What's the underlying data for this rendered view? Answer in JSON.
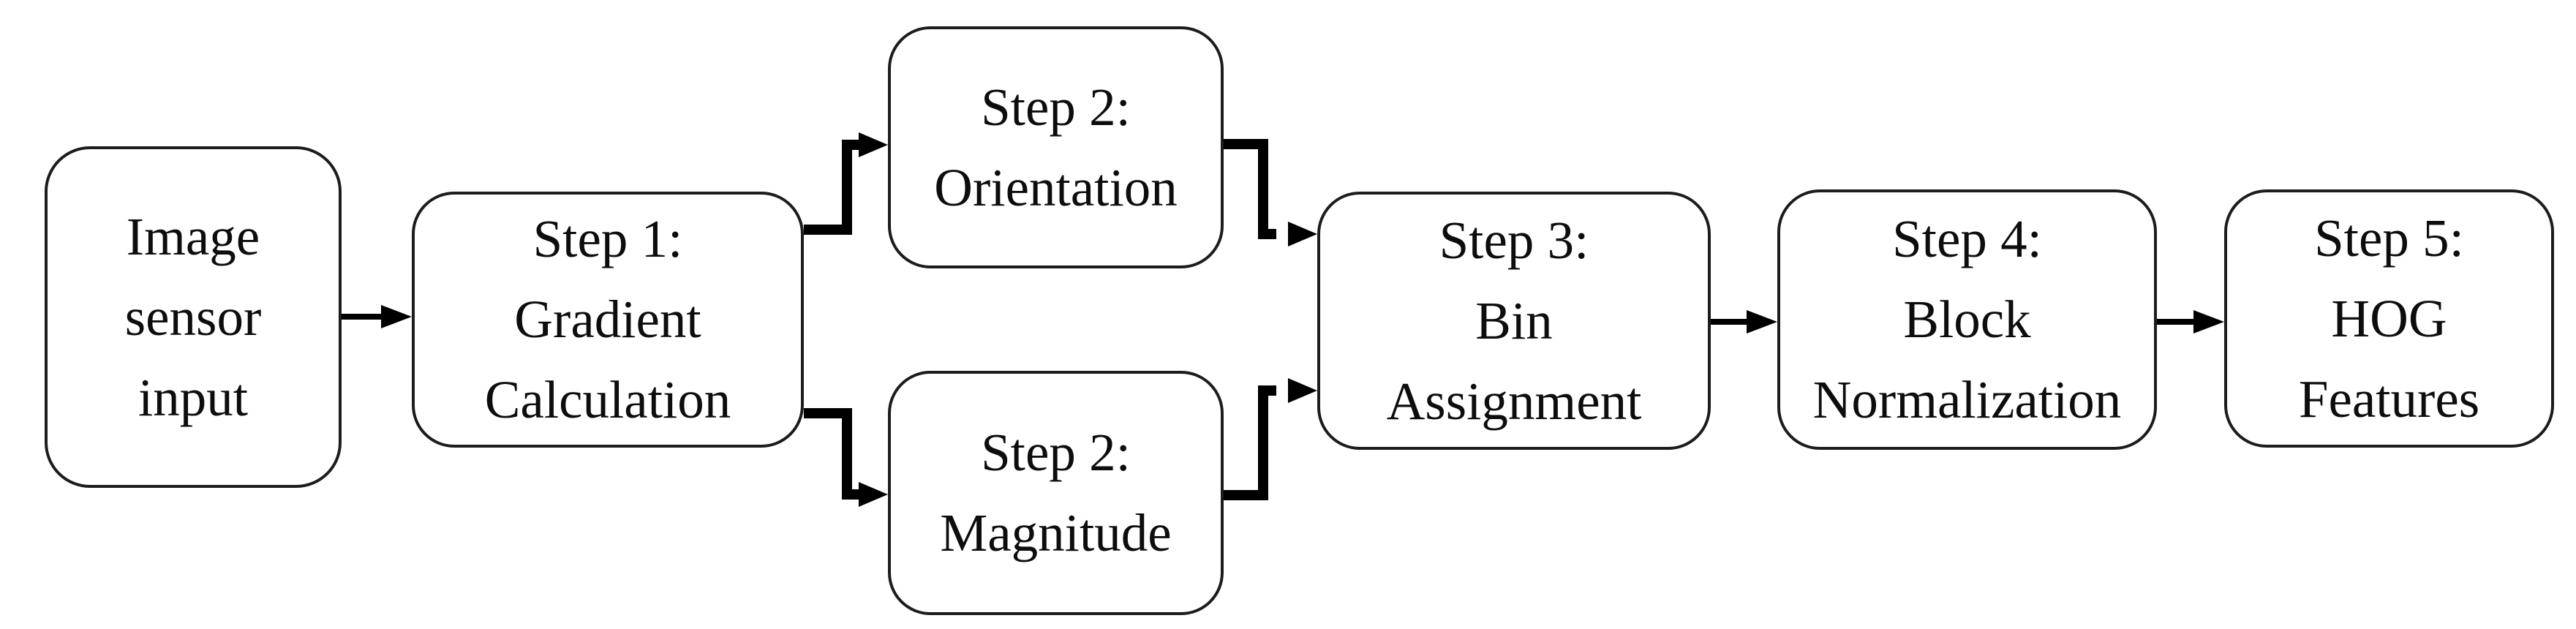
{
  "diagram": {
    "type": "flowchart",
    "colors": {
      "background": "#ffffff",
      "node_fill": "#ffffff",
      "node_border": "#1c1c1c",
      "text": "#0d0d0d",
      "connector": "#000000"
    },
    "nodes": [
      {
        "id": "image-sensor-input",
        "lines": [
          "Image",
          "sensor",
          "input"
        ]
      },
      {
        "id": "step1-gradient",
        "lines": [
          "Step 1:",
          "Gradient",
          "Calculation"
        ]
      },
      {
        "id": "step2-orientation",
        "lines": [
          "Step 2:",
          "Orientation"
        ]
      },
      {
        "id": "step2-magnitude",
        "lines": [
          "Step 2:",
          "Magnitude"
        ]
      },
      {
        "id": "step3-bin",
        "lines": [
          "Step 3:",
          "Bin",
          "Assignment"
        ]
      },
      {
        "id": "step4-block-norm",
        "lines": [
          "Step 4:",
          "Block",
          "Normalization"
        ]
      },
      {
        "id": "step5-hog",
        "lines": [
          "Step 5:",
          "HOG",
          "Features"
        ]
      }
    ],
    "edges": [
      {
        "from": "image-sensor-input",
        "to": "step1-gradient"
      },
      {
        "from": "step1-gradient",
        "to": "step2-orientation"
      },
      {
        "from": "step1-gradient",
        "to": "step2-magnitude"
      },
      {
        "from": "step2-orientation",
        "to": "step3-bin"
      },
      {
        "from": "step2-magnitude",
        "to": "step3-bin"
      },
      {
        "from": "step3-bin",
        "to": "step4-block-norm"
      },
      {
        "from": "step4-block-norm",
        "to": "step5-hog"
      }
    ]
  }
}
